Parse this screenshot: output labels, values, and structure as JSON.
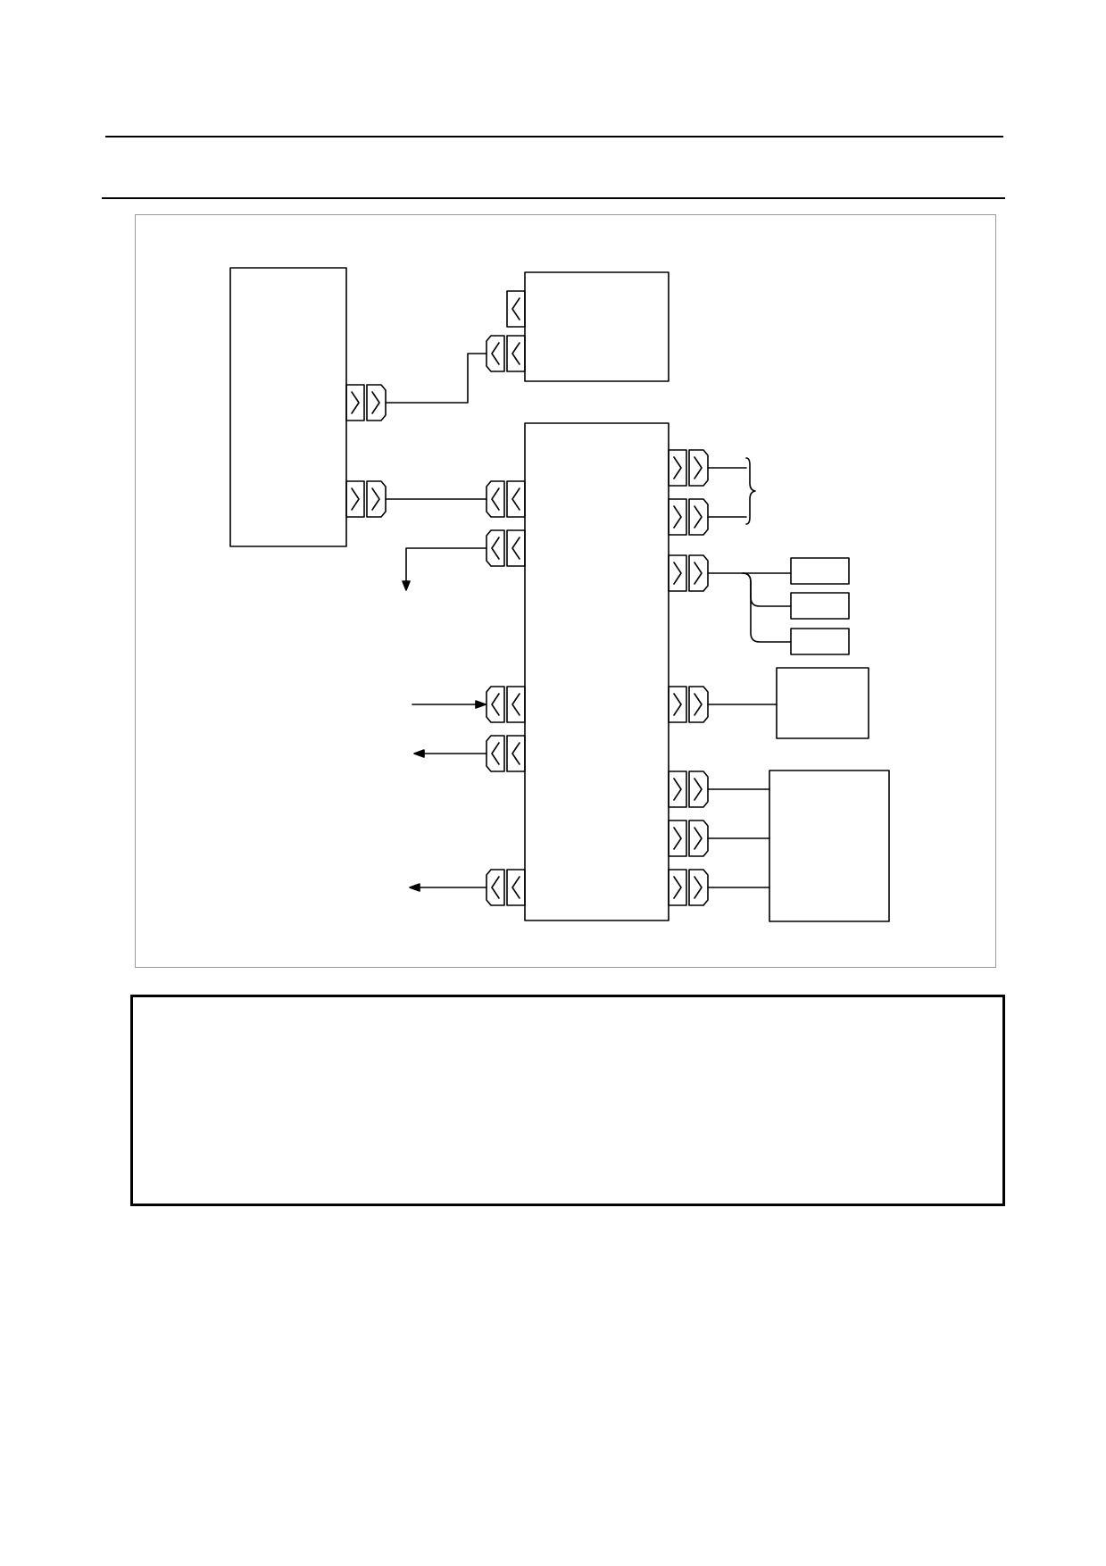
{
  "page": {
    "header_rules": 2
  },
  "diagram": {
    "units": [
      "left-unit",
      "top-right-unit",
      "main-unit",
      "small-box-1",
      "small-box-2",
      "small-box-3",
      "right-box-middle",
      "right-box-bottom"
    ],
    "external_arrows": [
      "down-arrow-out",
      "in-arrow",
      "out-arrow-1",
      "out-arrow-2"
    ],
    "labels": []
  },
  "notes": {
    "lines": []
  }
}
